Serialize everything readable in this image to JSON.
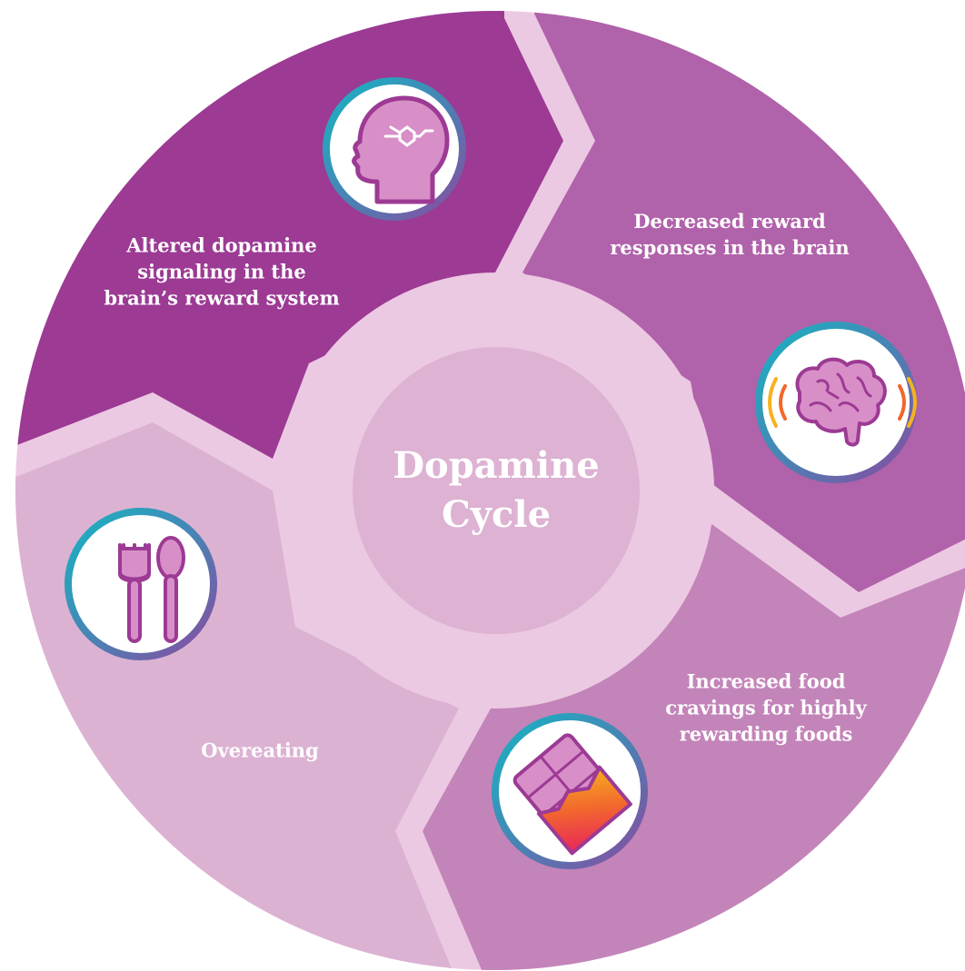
{
  "diagram": {
    "center_title_lines": [
      "Dopamine",
      "Cycle"
    ],
    "stages": [
      {
        "lines": [
          "Altered dopamine",
          "signaling in the",
          "brain’s reward system"
        ],
        "icon": "head-circuit-icon"
      },
      {
        "lines": [
          "Decreased reward",
          "responses in the brain"
        ],
        "icon": "brain-signal-icon"
      },
      {
        "lines": [
          "Increased food",
          "cravings for highly",
          "rewarding foods"
        ],
        "icon": "chocolate-bar-icon"
      },
      {
        "lines": [
          "Overeating"
        ],
        "icon": "fork-spoon-icon"
      }
    ],
    "colors": {
      "stage1": "#9c3a94",
      "stage2": "#b062aa",
      "stage3": "#c384b9",
      "stage4": "#dcb2d3",
      "ring": "#ecc9e2",
      "hub": "#ddb2d3",
      "icon_stroke": "#9c3a94",
      "icon_fill": "#d88fc8",
      "badge_ring_teal": "#16b5c2",
      "badge_ring_purple": "#8a4aa0"
    }
  }
}
